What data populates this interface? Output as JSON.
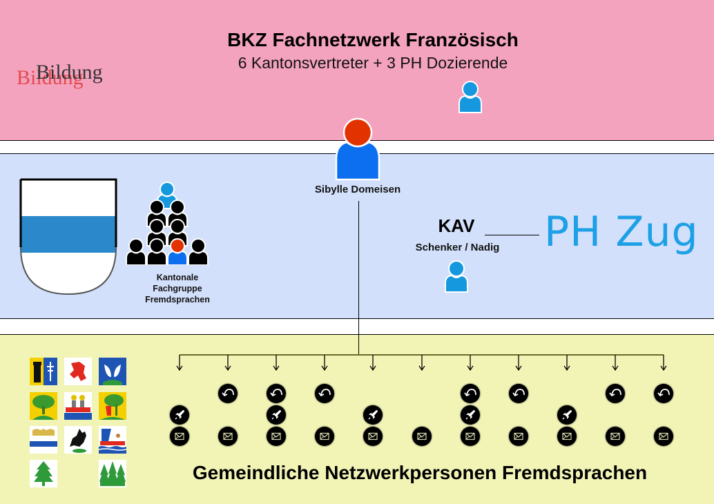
{
  "header": {
    "title": "BKZ Fachnetzwerk Französisch",
    "subtitle": "6 Kantonsvertreter + 3 PH Dozierende",
    "logo_text": "Bildung"
  },
  "middle": {
    "central_person": "Sibylle Domeisen",
    "kav_label": "KAV",
    "kav_names": "Schenker / Nadig",
    "ph_label": "PH Zug",
    "group_label_lines": [
      "Kantonale",
      "Fachgruppe",
      "Fremdsprachen"
    ]
  },
  "bottom": {
    "label": "Gemeindliche Netzwerkpersonen Fremdsprachen",
    "columns": [
      {
        "undo": false,
        "rocket": true,
        "mail": true
      },
      {
        "undo": true,
        "rocket": false,
        "mail": true
      },
      {
        "undo": true,
        "rocket": true,
        "mail": true
      },
      {
        "undo": true,
        "rocket": false,
        "mail": true
      },
      {
        "undo": false,
        "rocket": true,
        "mail": true
      },
      {
        "undo": false,
        "rocket": false,
        "mail": true
      },
      {
        "undo": true,
        "rocket": true,
        "mail": true
      },
      {
        "undo": true,
        "rocket": false,
        "mail": true
      },
      {
        "undo": false,
        "rocket": true,
        "mail": true
      },
      {
        "undo": true,
        "rocket": false,
        "mail": true
      },
      {
        "undo": true,
        "rocket": false,
        "mail": true
      }
    ],
    "crests": [
      "crest-tower-cross",
      "crest-red-bear",
      "crest-white-birds",
      "crest-tree-yellow",
      "crest-boat-figures",
      "crest-tree-bear",
      "crest-crown-stripe",
      "crest-black-ibex",
      "crest-sailing-ship",
      "crest-single-fir",
      null,
      "crest-three-firs"
    ]
  },
  "colors": {
    "pink_band": "#f4a3bf",
    "blue_band": "#d2e0fb",
    "yellow_band": "#f2f4b6",
    "person_blue": "#1598de",
    "person_royal": "#0c6ff0",
    "person_red": "#e23200",
    "ph_blue": "#1da0e6",
    "zug_blue": "#2b88cb"
  }
}
